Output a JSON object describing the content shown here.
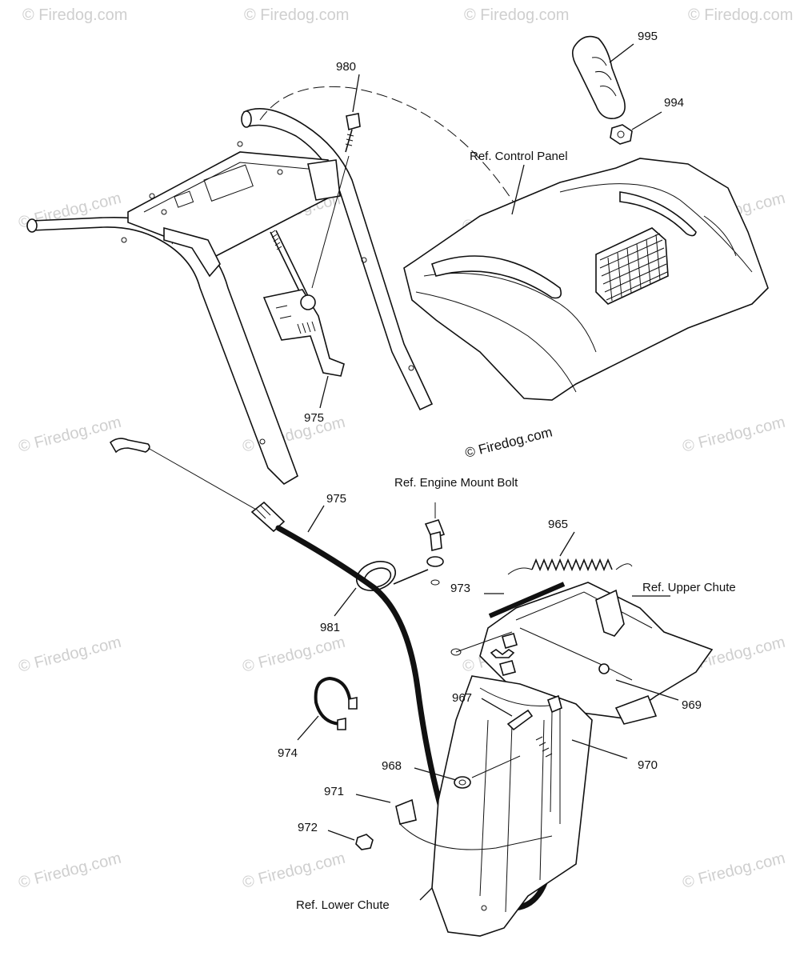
{
  "watermark": {
    "text": "© Firedog.com"
  },
  "callouts": {
    "p980": "980",
    "p995": "995",
    "p994": "994",
    "control_panel": "Ref. Control Panel",
    "p975_top": "975",
    "p975_cable": "975",
    "engine_mount_bolt": "Ref. Engine Mount Bolt",
    "p965": "965",
    "p973": "973",
    "upper_chute": "Ref. Upper Chute",
    "p981": "981",
    "p967": "967",
    "p969": "969",
    "p974": "974",
    "p968": "968",
    "p970": "970",
    "p971": "971",
    "p972": "972",
    "lower_chute": "Ref. Lower Chute"
  }
}
